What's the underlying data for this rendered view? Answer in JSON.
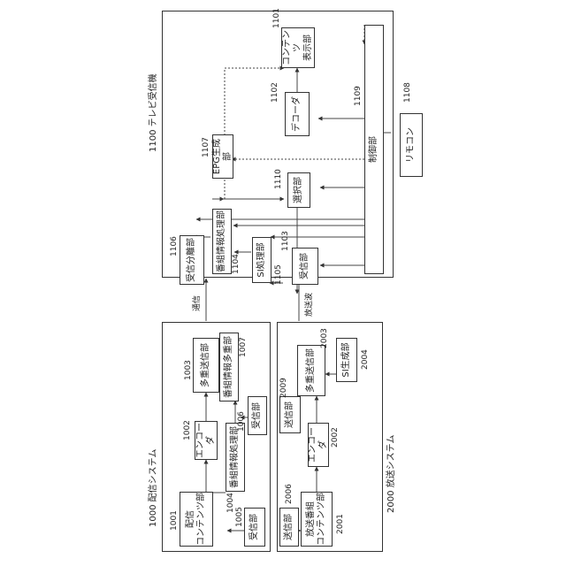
{
  "systems": {
    "tv": {
      "id": "1100",
      "title": "テレビ受信機"
    },
    "dist": {
      "id": "1000",
      "title": "配信システム"
    },
    "broadcast": {
      "id": "2000",
      "title": "放送システム"
    }
  },
  "links": {
    "comm": "通信",
    "broadcast": "放送波"
  },
  "tv_blocks": {
    "content_display": {
      "id": "1101",
      "label": "コンテンツ\n表示部"
    },
    "decoder": {
      "id": "1102",
      "label": "デコーダ"
    },
    "receiver": {
      "id": "1103",
      "label": "受信部"
    },
    "program_info": {
      "id": "1104",
      "label": "番組情報処理部"
    },
    "si": {
      "id": "1105",
      "label": "SI処理部"
    },
    "recv_sep": {
      "id": "1106",
      "label": "受信分離部"
    },
    "epg": {
      "id": "1107",
      "label": "EPG生成部"
    },
    "remote": {
      "id": "1108",
      "label": "リモコン"
    },
    "control": {
      "id": "1109",
      "label": "制御部"
    },
    "select": {
      "id": "1110",
      "label": "選択部"
    }
  },
  "dist_blocks": {
    "content": {
      "id": "1001",
      "label": "配信\nコンテンツ部"
    },
    "encoder": {
      "id": "1002",
      "label": "エンコーダ"
    },
    "mux": {
      "id": "1003",
      "label": "多重送信部"
    },
    "program_info": {
      "id": "1004",
      "label": "番組情報処理部"
    },
    "receiver_a": {
      "id": "1005",
      "label": "受信部"
    },
    "receiver_b": {
      "id": "1006",
      "label": "受信部"
    },
    "info_mux": {
      "id": "1007",
      "label": "番組情報多重部"
    }
  },
  "bc_blocks": {
    "content": {
      "id": "2001",
      "label": "放送番組\nコンテンツ部"
    },
    "encoder": {
      "id": "2002",
      "label": "エンコーダ"
    },
    "mux": {
      "id": "2003",
      "label": "多重送信部"
    },
    "si_gen": {
      "id": "2004",
      "label": "SI生成部"
    },
    "sender_a": {
      "id": "2006",
      "label": "送信部"
    },
    "sender_b": {
      "id": "2009",
      "label": "送信部"
    }
  }
}
